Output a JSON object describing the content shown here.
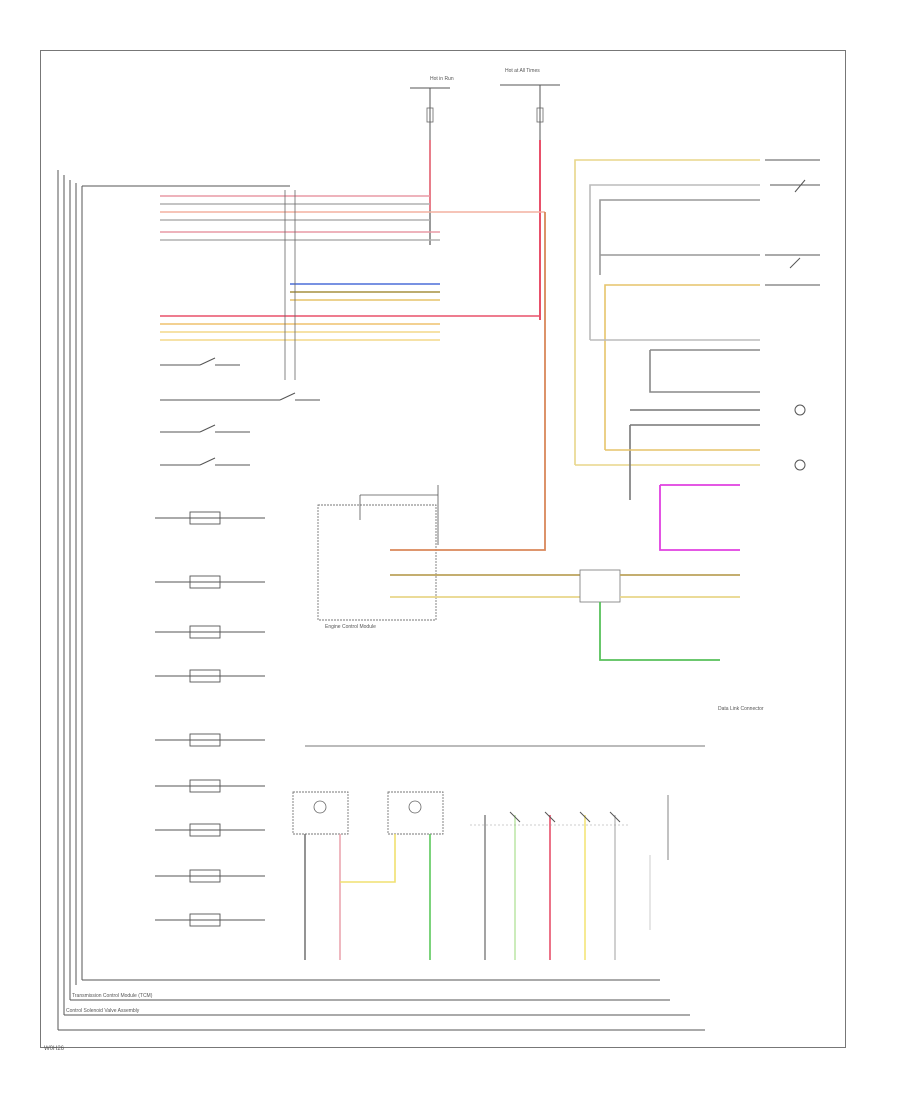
{
  "components": {
    "tcm_title": "Transmission Control Module (TCM)",
    "solenoid_body": "Control Solenoid Valve Assembly",
    "ecm": "Engine Control Module",
    "data_link": "Data Link Connector",
    "hot_run": "Hot in Run",
    "hot_at_all_times": "Hot at All Times"
  },
  "footer": {
    "code": "W0H26"
  }
}
